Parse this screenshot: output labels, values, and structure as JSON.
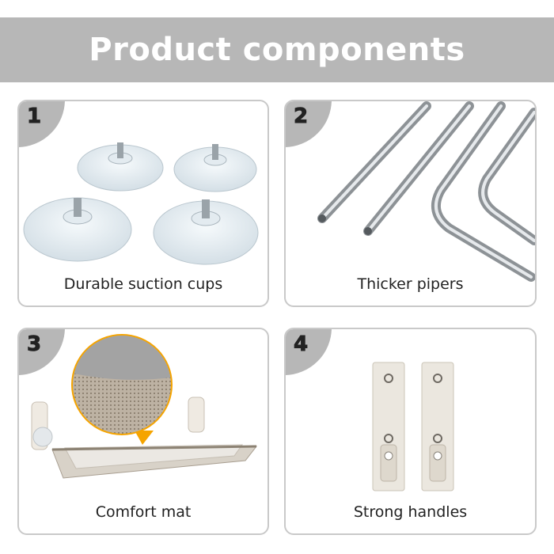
{
  "banner": {
    "title": "Product components"
  },
  "components": [
    {
      "number": "1",
      "caption": "Durable suction cups",
      "icon": "suction-cups"
    },
    {
      "number": "2",
      "caption": "Thicker pipers",
      "icon": "metal-pipes"
    },
    {
      "number": "3",
      "caption": "Comfort mat",
      "icon": "hammock-mat"
    },
    {
      "number": "4",
      "caption": "Strong handles",
      "icon": "mounting-handles"
    }
  ],
  "colors": {
    "banner": "#b7b7b7",
    "badge": "#b7b7b7",
    "card_border": "#c9c9c9",
    "text": "#222222"
  }
}
